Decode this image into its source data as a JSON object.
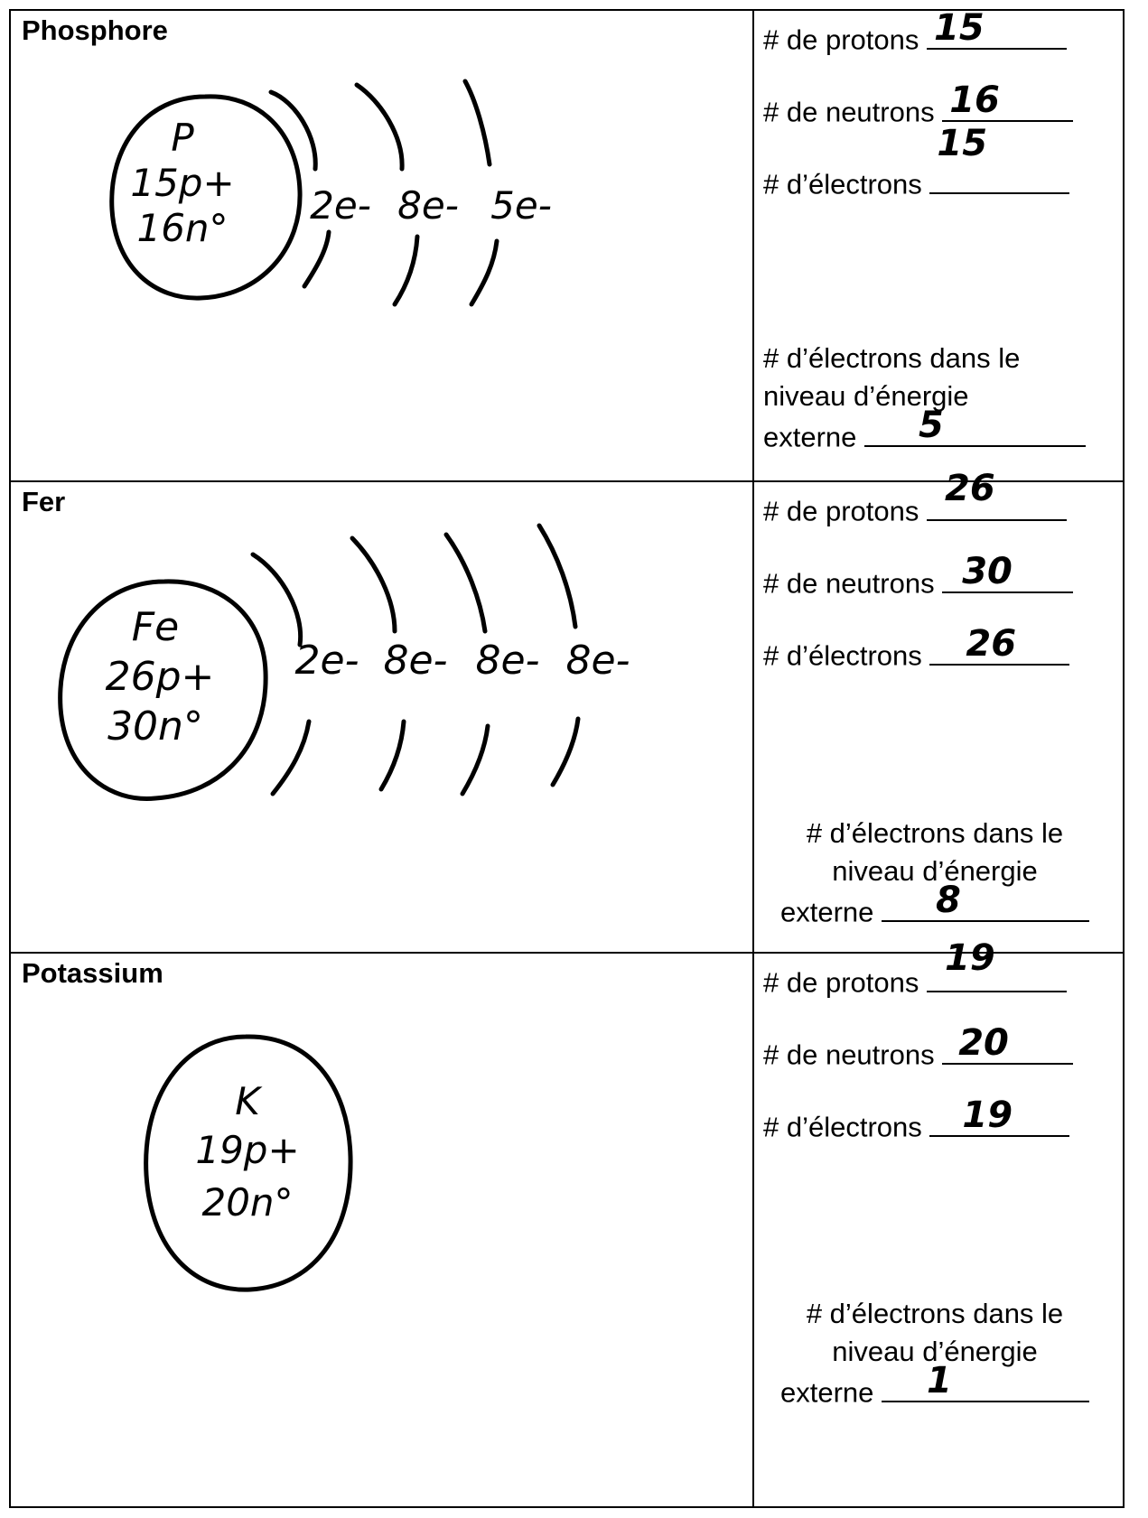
{
  "labels": {
    "protons": "# de protons",
    "neutrons": "# de neutrons",
    "electrons": "# d’électrons",
    "outer_line1": "# d’électrons dans le",
    "outer_line2": "niveau d’énergie",
    "outer_line3": "externe"
  },
  "elements": [
    {
      "name": "Phosphore",
      "symbol": "P",
      "nucleus_protons": "15p+",
      "nucleus_neutrons": "16n°",
      "shells": [
        "2e-",
        "8e-",
        "5e-"
      ],
      "protons": "15",
      "neutrons": "16",
      "electrons": "15",
      "outer_electrons": "5"
    },
    {
      "name": "Fer",
      "symbol": "Fe",
      "nucleus_protons": "26p+",
      "nucleus_neutrons": "30n°",
      "shells": [
        "2e-",
        "8e-",
        "8e-",
        "8e-"
      ],
      "protons": "26",
      "neutrons": "30",
      "electrons": "26",
      "outer_electrons": "8"
    },
    {
      "name": "Potassium",
      "symbol": "K",
      "nucleus_protons": "19p+",
      "nucleus_neutrons": "20n°",
      "shells": [],
      "protons": "19",
      "neutrons": "20",
      "electrons": "19",
      "outer_electrons": "1"
    }
  ]
}
